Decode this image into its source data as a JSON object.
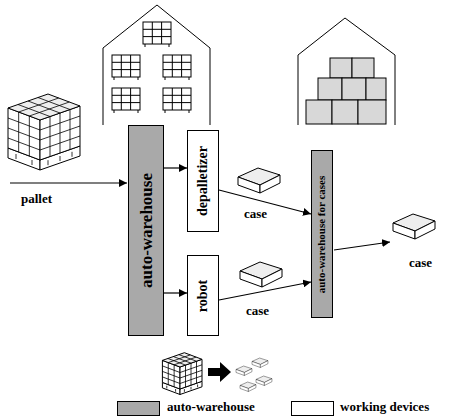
{
  "diagram": {
    "nodes": [
      {
        "text": [
          "auto-warehouse"
        ]
      },
      {
        "text": [
          "depalletizer"
        ]
      },
      {
        "text": [
          "robot"
        ]
      },
      {
        "text": [
          "auto-warehouse for cases"
        ]
      }
    ],
    "edges": [
      {
        "from": 0,
        "to": 1,
        "arrow": "to"
      },
      {
        "from": 0,
        "to": 2,
        "arrow": "to"
      },
      {
        "from": 1,
        "to": 3,
        "arrow": "to"
      },
      {
        "from": 2,
        "to": 3,
        "arrow": "to"
      }
    ],
    "labels": [
      "pallet",
      "case",
      "case",
      "case"
    ],
    "legend": [
      {
        "text": "auto-warehouse",
        "color": "#a9a9a9"
      },
      {
        "text": "working devices",
        "color": "#ffffff"
      }
    ]
  }
}
